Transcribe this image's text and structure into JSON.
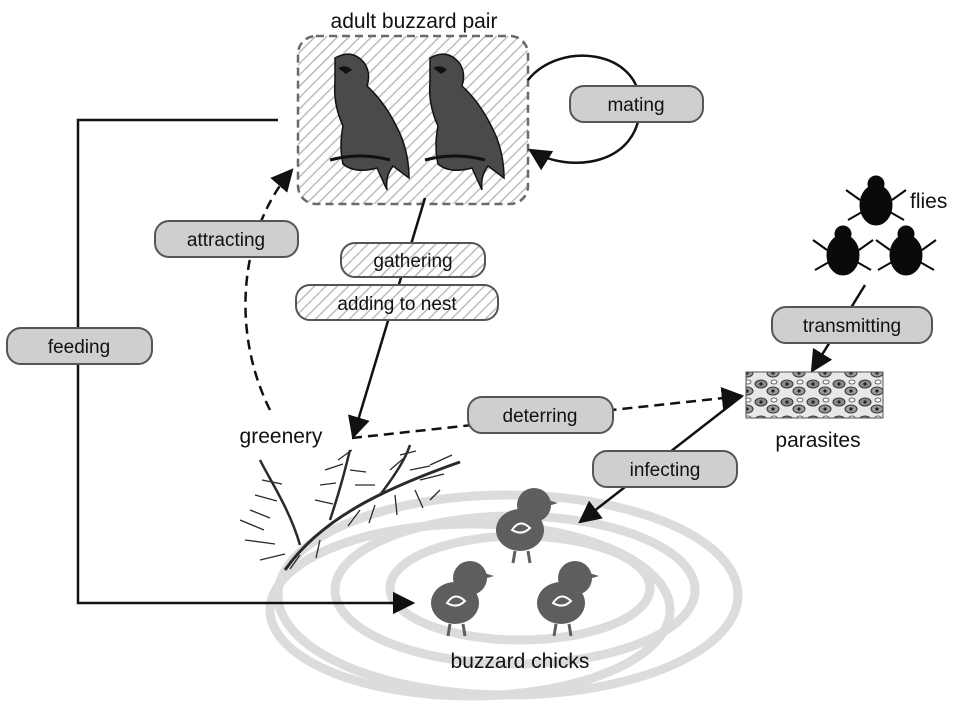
{
  "nodes": {
    "adult_pair": "adult buzzard pair",
    "flies": "flies",
    "parasites": "parasites",
    "greenery": "greenery",
    "chicks": "buzzard chicks"
  },
  "edges": {
    "mating": "mating",
    "attracting": "attracting",
    "gathering": "gathering",
    "adding_to_nest": "adding to nest",
    "feeding": "feeding",
    "transmitting": "transmitting",
    "deterring": "deterring",
    "infecting": "infecting"
  },
  "colors": {
    "pill_fill": "#cfcfcf",
    "pill_stroke": "#555555",
    "line": "#111111",
    "nest": "#dcdcdc",
    "chick": "#5e5e5e",
    "fly": "#0a0a0a"
  },
  "icons": [
    "buzzard-icon",
    "fly-icon",
    "parasite-cells-icon",
    "pine-branch-icon",
    "chick-icon",
    "nest-icon"
  ]
}
